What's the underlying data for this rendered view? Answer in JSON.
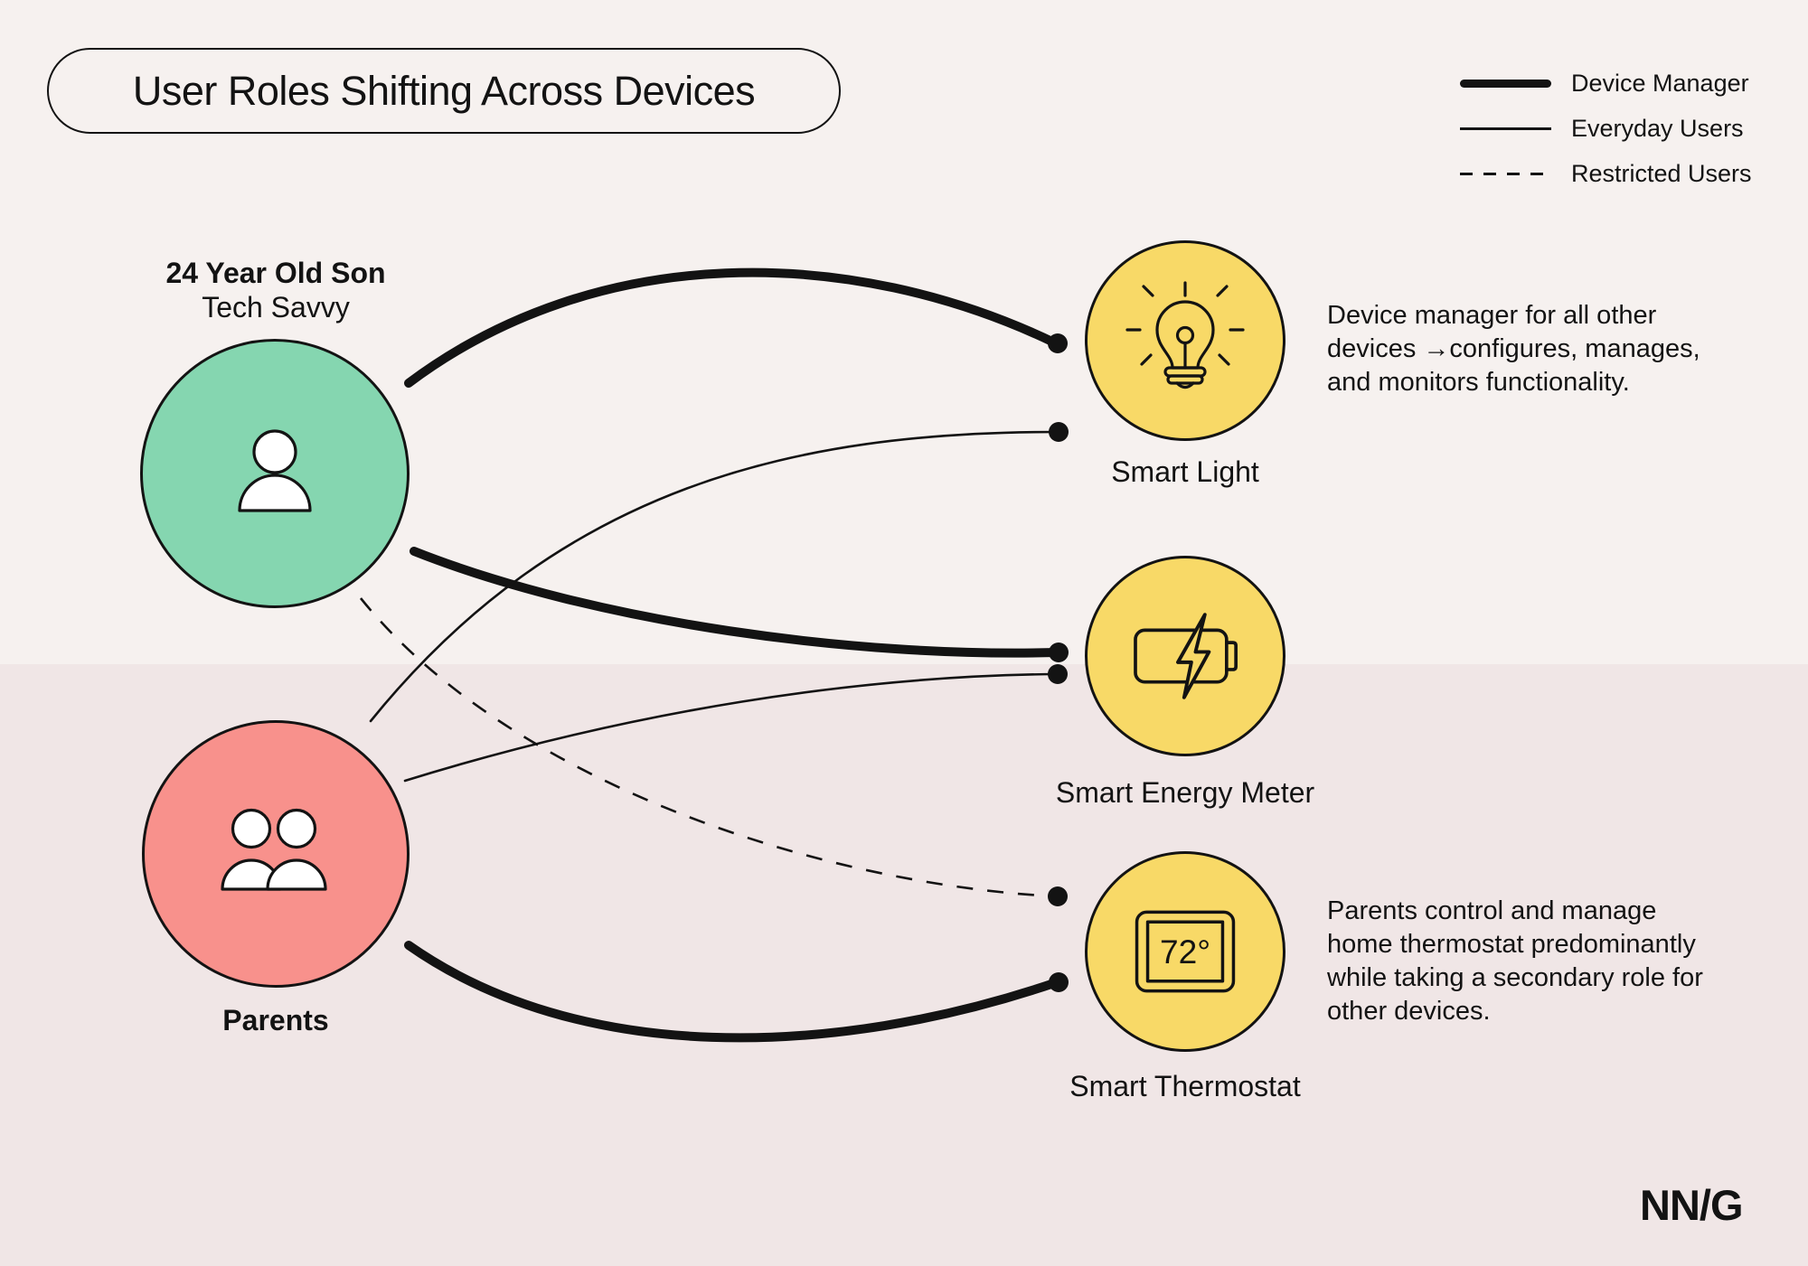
{
  "title": "User Roles Shifting Across Devices",
  "legend": {
    "items": [
      {
        "label": "Device Manager",
        "style": "thick-solid"
      },
      {
        "label": "Everyday Users",
        "style": "thin-solid"
      },
      {
        "label": "Restricted Users",
        "style": "dashed"
      }
    ]
  },
  "users": [
    {
      "id": "24-year-old-son",
      "label_line1": "24 Year Old Son",
      "label_line2": "Tech Savvy",
      "icon": "single-person-icon",
      "color": "#85d6b0"
    },
    {
      "id": "parents",
      "label_line1": "Parents",
      "label_line2": "",
      "icon": "two-people-icon",
      "color": "#f8918c"
    }
  ],
  "devices": [
    {
      "id": "smart-light",
      "label": "Smart Light",
      "icon": "lightbulb-icon",
      "color": "#f8d967"
    },
    {
      "id": "smart-energy-meter",
      "label": "Smart Energy Meter",
      "icon": "battery-bolt-icon",
      "color": "#f8d967"
    },
    {
      "id": "smart-thermostat",
      "label": "Smart Thermostat",
      "icon": "thermostat-icon",
      "color": "#f8d967",
      "display_value": "72°"
    }
  ],
  "connections": [
    {
      "from": "24-year-old-son",
      "to": "smart-light",
      "role": "Device Manager",
      "style": "thick-solid"
    },
    {
      "from": "24-year-old-son",
      "to": "smart-energy-meter",
      "role": "Device Manager",
      "style": "thick-solid"
    },
    {
      "from": "24-year-old-son",
      "to": "smart-thermostat",
      "role": "Restricted Users",
      "style": "dashed"
    },
    {
      "from": "parents",
      "to": "smart-light",
      "role": "Everyday Users",
      "style": "thin-solid"
    },
    {
      "from": "parents",
      "to": "smart-energy-meter",
      "role": "Everyday Users",
      "style": "thin-solid"
    },
    {
      "from": "parents",
      "to": "smart-thermostat",
      "role": "Device Manager",
      "style": "thick-solid"
    }
  ],
  "annotations": [
    {
      "text": "Device manager for all other\ndevices →configures, manages,\nand monitors functionality."
    },
    {
      "text": "Parents control and manage\nhome thermostat predominantly\nwhile taking a secondary role for\nother devices."
    }
  ],
  "footer": {
    "logo": "NN/G"
  },
  "colors": {
    "ink": "#131313",
    "background_top": "#f6f1ef",
    "background_bottom": "#f0e6e6",
    "user_son": "#85d6b0",
    "user_parents": "#f8918c",
    "device": "#f8d967"
  }
}
